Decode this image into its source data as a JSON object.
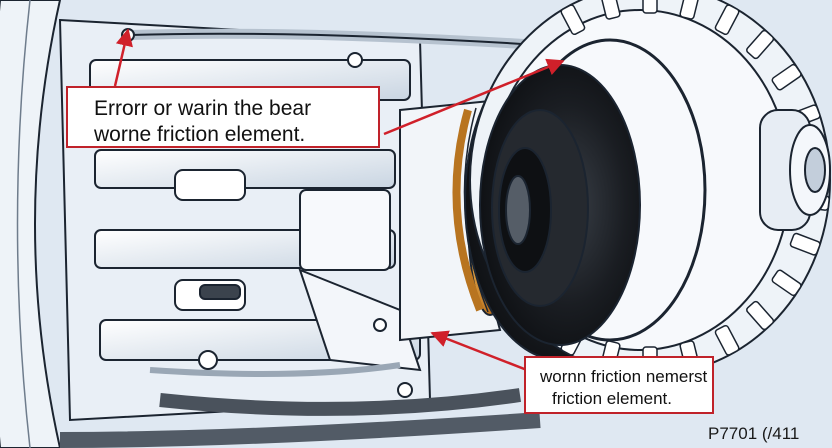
{
  "callouts": {
    "top": {
      "line1": "Errorr or warin the bear",
      "line2": "worne friction element."
    },
    "bottom": {
      "line1": "wornn friction nemerst",
      "line2": "friction element."
    }
  },
  "part_code": "P7701 (/411",
  "colors": {
    "background": "#dfe8f2",
    "metal_light": "#f4f7fb",
    "metal_shadow": "#aebccb",
    "outline": "#1b2430",
    "dark_bearing": "#16191d",
    "copper_ring": "#c8862a",
    "callout_border": "#c0222a",
    "arrow": "#d0202a"
  },
  "icons": [
    "clutch-assembly-illustration",
    "callout-arrow"
  ]
}
